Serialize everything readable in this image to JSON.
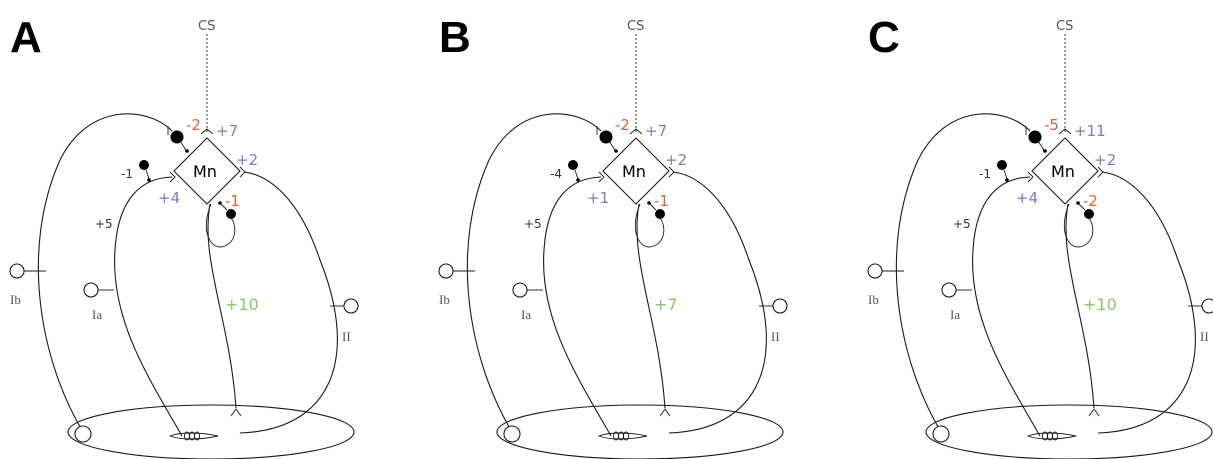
{
  "panels": [
    {
      "letter": "A",
      "cs": "CS",
      "mn": "Mn",
      "ib": "Ib",
      "ia": "Ia",
      "ii": "II",
      "top_inhib": "-2",
      "top_excit": "+7",
      "left_inhib": "-1",
      "left_excit": "+4",
      "ia_path": "+5",
      "right_excit": "+2",
      "lower_inhib": "-1",
      "motor_output": "+10"
    },
    {
      "letter": "B",
      "cs": "CS",
      "mn": "Mn",
      "ib": "Ib",
      "ia": "Ia",
      "ii": "II",
      "top_inhib": "-2",
      "top_excit": "+7",
      "left_inhib": "-4",
      "left_excit": "+1",
      "ia_path": "+5",
      "right_excit": "+2",
      "lower_inhib": "-1",
      "motor_output": "+7"
    },
    {
      "letter": "C",
      "cs": "CS",
      "mn": "Mn",
      "ib": "Ib",
      "ia": "Ia",
      "ii": "II",
      "top_inhib": "-5",
      "top_excit": "+11",
      "left_inhib": "-1",
      "left_excit": "+4",
      "ia_path": "+5",
      "right_excit": "+2",
      "lower_inhib": "-2",
      "motor_output": "+10"
    }
  ],
  "colors": {
    "excitatory": "#7b7bbd",
    "inhibitory": "#d8633a",
    "output": "#8cc46e",
    "neutral": "#333333"
  }
}
